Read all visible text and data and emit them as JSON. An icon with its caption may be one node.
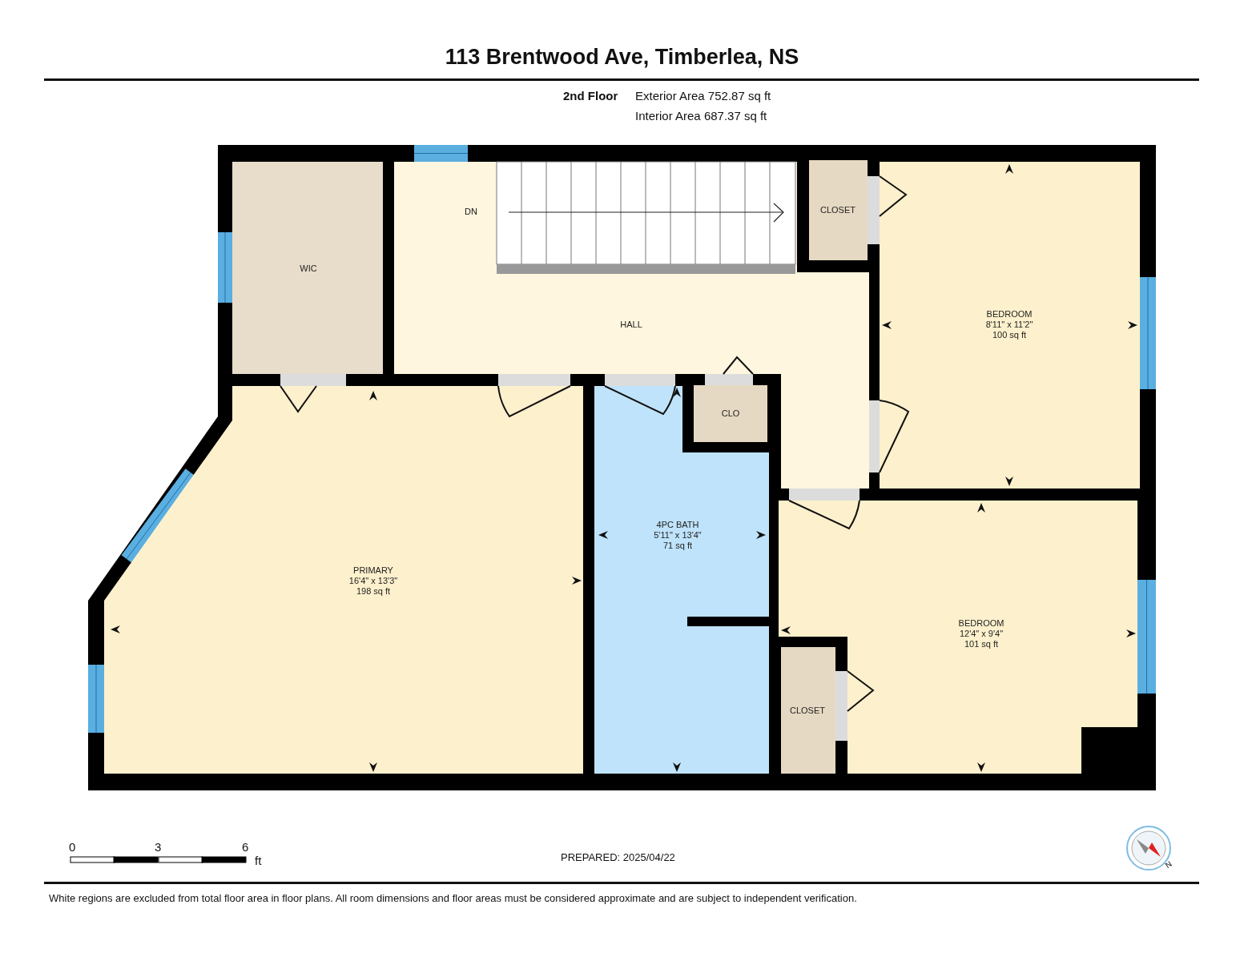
{
  "diagram": {
    "title": "113 Brentwood Ave, Timberlea, NS",
    "nodes": [
      {
        "text": [
          "WIC"
        ]
      },
      {
        "text": [
          "HALL"
        ]
      },
      {
        "text": [
          "CLOSET"
        ]
      },
      {
        "text": [
          "BEDROOM",
          "8'11\" x 11'2\"",
          "100 sq ft"
        ]
      },
      {
        "text": [
          "PRIMARY",
          "16'4\" x 13'3\"",
          "198 sq ft"
        ]
      },
      {
        "text": [
          "4PC BATH",
          "5'11\" x 13'4\"",
          "71 sq ft"
        ]
      },
      {
        "text": [
          "CLO"
        ]
      },
      {
        "text": [
          "BEDROOM",
          "12'4\" x 9'4\"",
          "101 sq ft"
        ]
      },
      {
        "text": [
          "CLOSET"
        ]
      }
    ],
    "edges": [],
    "labels": [
      "2nd Floor",
      "Exterior Area 752.87 sq ft",
      "Interior Area 687.37 sq ft",
      "DN",
      "0",
      "3",
      "6",
      "ft",
      "PREPARED: 2025/04/22",
      "White regions are excluded from total floor area in floor plans. All room dimensions and floor areas must be considered approximate and are subject to independent verification.",
      "N"
    ]
  }
}
